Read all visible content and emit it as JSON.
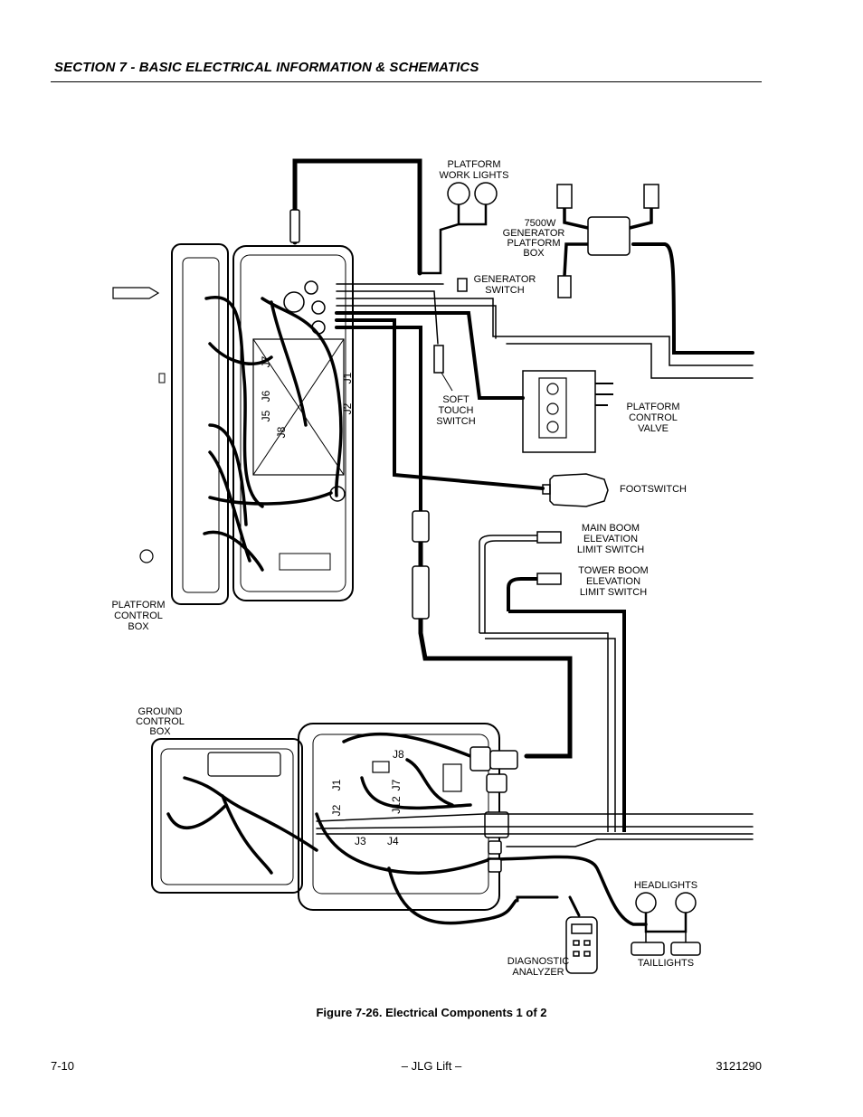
{
  "header": {
    "section_title": "SECTION 7 - BASIC ELECTRICAL INFORMATION & SCHEMATICS"
  },
  "labels": {
    "platform_work_lights": [
      "PLATFORM",
      "WORK LIGHTS"
    ],
    "generator_box": [
      "7500W",
      "GENERATOR",
      "PLATFORM",
      "BOX"
    ],
    "generator_switch": [
      "GENERATOR",
      "SWITCH"
    ],
    "soft_touch_switch": [
      "SOFT",
      "TOUCH",
      "SWITCH"
    ],
    "platform_control_valve": [
      "PLATFORM",
      "CONTROL",
      "VALVE"
    ],
    "footswitch": [
      "FOOTSWITCH"
    ],
    "main_boom_limit": [
      "MAIN BOOM",
      "ELEVATION",
      "LIMIT SWITCH"
    ],
    "tower_boom_limit": [
      "TOWER BOOM",
      "ELEVATION",
      "LIMIT SWITCH"
    ],
    "platform_control_box": [
      "PLATFORM",
      "CONTROL",
      "BOX"
    ],
    "ground_control_box": [
      "GROUND",
      "CONTROL",
      "BOX"
    ],
    "headlights": [
      "HEADLIGHTS"
    ],
    "taillights": [
      "TAILLIGHTS"
    ],
    "diagnostic_analyzer": [
      "DIAGNOSTIC",
      "ANALYZER"
    ]
  },
  "connectors": {
    "platform": {
      "j1": "J1",
      "j2": "J2",
      "j5": "J5",
      "j6": "J6",
      "j7": "J7",
      "j8": "J8"
    },
    "ground": {
      "j1": "J1",
      "j2": "J2",
      "j3": "J3",
      "j4": "J4",
      "j7": "J7",
      "j8": "J8",
      "j12": "J12"
    }
  },
  "caption": "Figure 7-26.  Electrical Components 1 of 2",
  "footer": {
    "page_number": "7-10",
    "center": "– JLG Lift –",
    "doc_number": "3121290"
  }
}
